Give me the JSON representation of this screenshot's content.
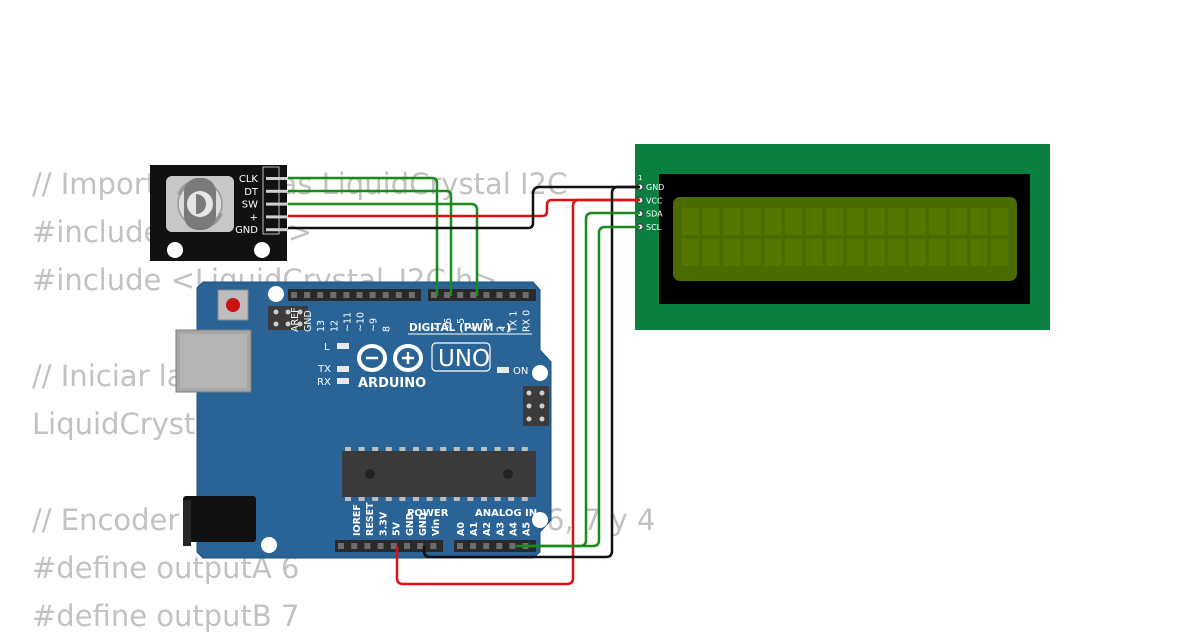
{
  "code_lines": [
    "// Importar librerias LiquidCrystal I2C",
    "#include <Wire.h>",
    "#include <LiquidCrystal_I2C.h>",
    "",
    "// Iniciar la pantalla",
    "LiquidCrystal_I2C lcd(0x27, 16, 2);",
    "",
    "// Encoder conectado a los puertos 6, 7 y 4",
    "#define outputA 6",
    "#define outputB 7"
  ],
  "encoder": {
    "pins": [
      "CLK",
      "DT",
      "SW",
      "+",
      "GND"
    ]
  },
  "lcd": {
    "pin_number": "1",
    "pins": [
      "GND",
      "VCC",
      "SDA",
      "SCL"
    ],
    "rows": 2,
    "cols": 16
  },
  "arduino": {
    "brand": "ARDUINO",
    "model": "UNO",
    "digital_label": "DIGITAL (PWM ~)",
    "digital_pins": [
      "AREF",
      "GND",
      "13",
      "12",
      "~11",
      "~10",
      "~9",
      "8",
      "7",
      "~6",
      "~5",
      "4",
      "~3",
      "2",
      "TX 1",
      "RX 0"
    ],
    "led_labels": [
      "L",
      "TX",
      "RX"
    ],
    "on_label": "ON",
    "power_label": "POWER",
    "analog_label": "ANALOG IN",
    "power_pins": [
      "IOREF",
      "RESET",
      "3.3V",
      "5V",
      "GND",
      "GND",
      "Vin"
    ],
    "analog_pins": [
      "A0",
      "A1",
      "A2",
      "A3",
      "A4",
      "A5"
    ]
  },
  "colors": {
    "board": "#2a6496",
    "lcd_pcb": "#0a7f3f",
    "lcd_screen": "#4a6b00",
    "wire_green": "#1a8a1a",
    "wire_red": "#dd1111",
    "wire_black": "#111111"
  }
}
